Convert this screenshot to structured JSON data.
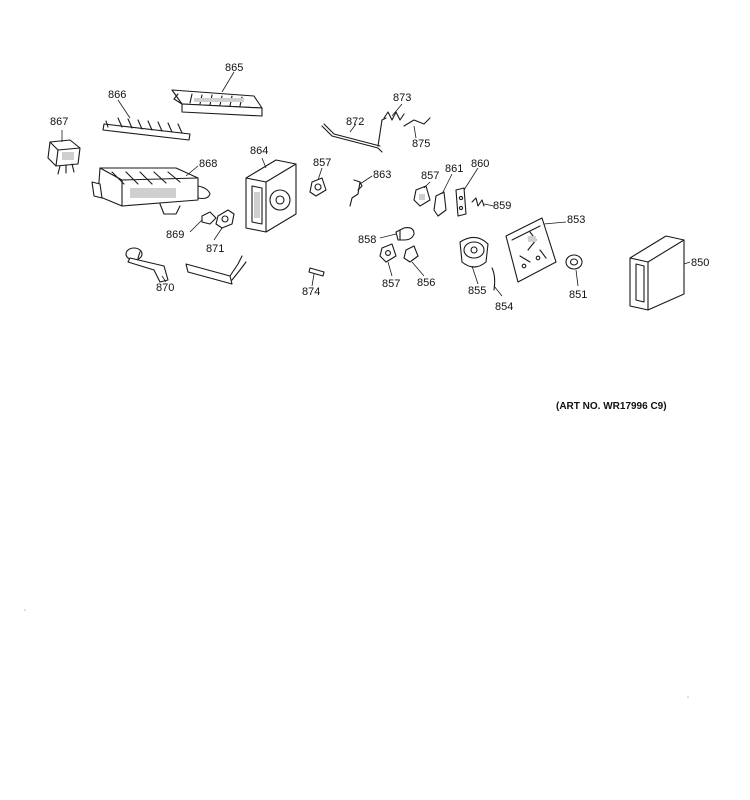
{
  "art_number": "(ART NO. WR17996 C9)",
  "callouts": [
    "865",
    "866",
    "867",
    "868",
    "864",
    "857",
    "863",
    "872",
    "873",
    "875",
    "857",
    "861",
    "860",
    "859",
    "853",
    "858",
    "869",
    "871",
    "870",
    "874",
    "857",
    "856",
    "855",
    "854",
    "851",
    "850"
  ]
}
